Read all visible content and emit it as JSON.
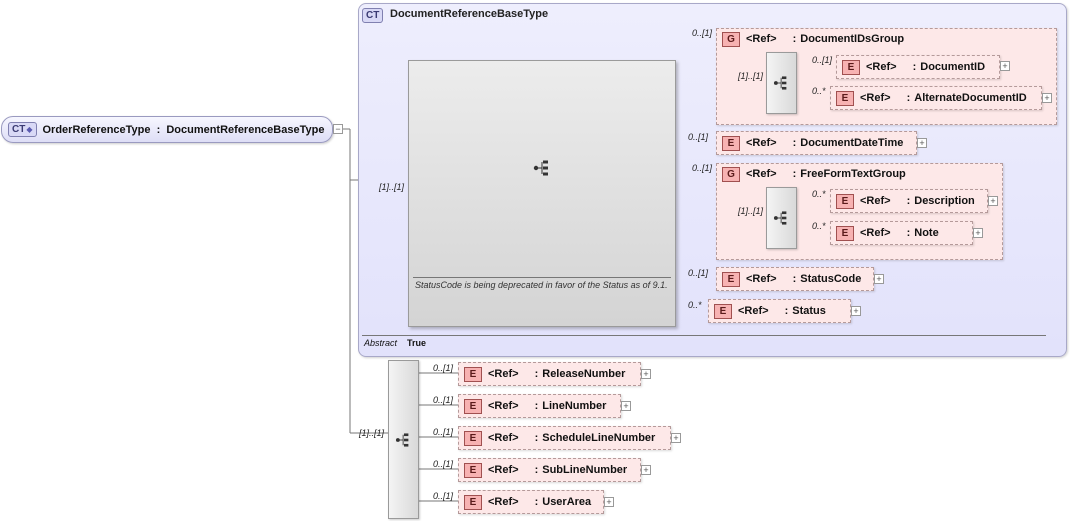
{
  "root": {
    "badge": "CT",
    "name": "OrderReferenceType",
    "separator": ":",
    "type": "DocumentReferenceBaseType",
    "collapse": "−"
  },
  "base_type": {
    "badge": "CT",
    "name": "DocumentReferenceBaseType",
    "note": "StatusCode is being deprecated in favor of the Status as of 9.1.",
    "abstract_label": "Abstract",
    "abstract_value": "True",
    "multiplicity": "[1]..[1]"
  },
  "inner": {
    "doc_ids_group": {
      "badge": "G",
      "ref": "<Ref>",
      "sep": ":",
      "name": "DocumentIDsGroup",
      "mult": "0..[1]",
      "seq_mult": "[1]..[1]",
      "children": [
        {
          "badge": "E",
          "ref": "<Ref>",
          "sep": ":",
          "name": "DocumentID",
          "mult": "0..[1]"
        },
        {
          "badge": "E",
          "ref": "<Ref>",
          "sep": ":",
          "name": "AlternateDocumentID",
          "mult": "0..*"
        }
      ]
    },
    "document_date_time": {
      "badge": "E",
      "ref": "<Ref>",
      "sep": ":",
      "name": "DocumentDateTime",
      "mult": "0..[1]"
    },
    "free_form_group": {
      "badge": "G",
      "ref": "<Ref>",
      "sep": ":",
      "name": "FreeFormTextGroup",
      "mult": "0..[1]",
      "seq_mult": "[1]..[1]",
      "children": [
        {
          "badge": "E",
          "ref": "<Ref>",
          "sep": ":",
          "name": "Description",
          "mult": "0..*"
        },
        {
          "badge": "E",
          "ref": "<Ref>",
          "sep": ":",
          "name": "Note",
          "mult": "0..*"
        }
      ]
    },
    "status_code": {
      "badge": "E",
      "ref": "<Ref>",
      "sep": ":",
      "name": "StatusCode",
      "mult": "0..[1]"
    },
    "status": {
      "badge": "E",
      "ref": "<Ref>",
      "sep": ":",
      "name": "Status",
      "mult": "0..*"
    }
  },
  "extension": {
    "multiplicity": "[1]..[1]",
    "elements": [
      {
        "badge": "E",
        "ref": "<Ref>",
        "sep": ":",
        "name": "ReleaseNumber",
        "mult": "0..[1]"
      },
      {
        "badge": "E",
        "ref": "<Ref>",
        "sep": ":",
        "name": "LineNumber",
        "mult": "0..[1]"
      },
      {
        "badge": "E",
        "ref": "<Ref>",
        "sep": ":",
        "name": "ScheduleLineNumber",
        "mult": "0..[1]"
      },
      {
        "badge": "E",
        "ref": "<Ref>",
        "sep": ":",
        "name": "SubLineNumber",
        "mult": "0..[1]"
      },
      {
        "badge": "E",
        "ref": "<Ref>",
        "sep": ":",
        "name": "UserArea",
        "mult": "0..[1]"
      }
    ]
  },
  "expand_glyph": "+"
}
